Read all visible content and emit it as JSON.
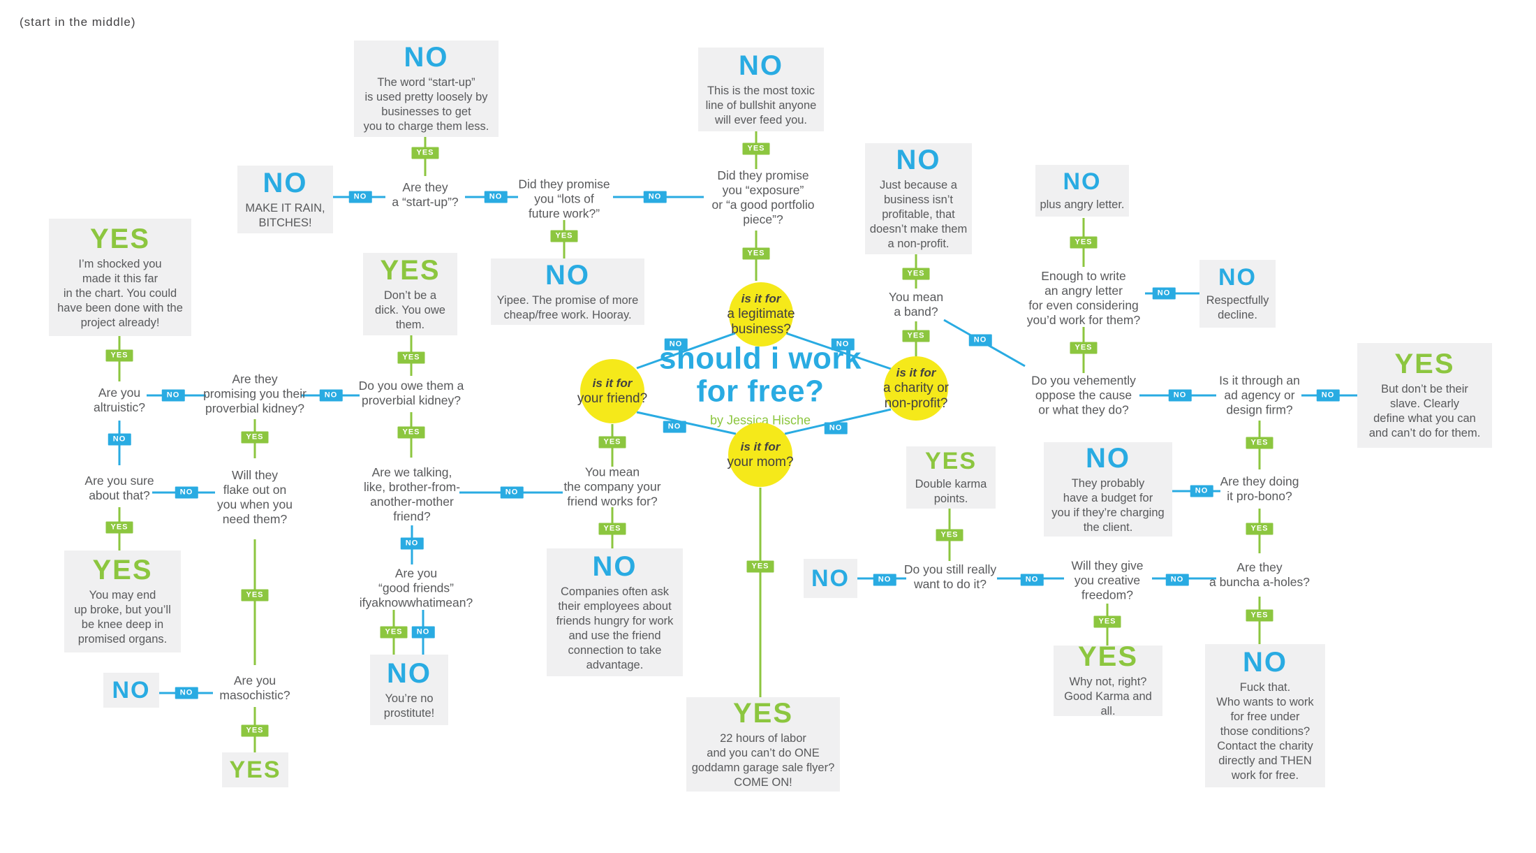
{
  "meta": {
    "start_hint": "(start in the middle)"
  },
  "labels": {
    "yes": "YES",
    "no": "NO"
  },
  "colors": {
    "yes_green": "#8cc63f",
    "no_blue": "#29abe2",
    "circle_yellow": "#f5e91a",
    "box_gray": "#f0f0f1",
    "text_gray": "#58595b"
  },
  "title": {
    "main": "should i work\nfor free?",
    "byline": "by Jessica Hische"
  },
  "circles": {
    "business": {
      "prefix": "is it for",
      "question": "a legitimate\nbusiness?"
    },
    "friend": {
      "prefix": "is it for",
      "question": "your friend?"
    },
    "mom": {
      "prefix": "is it for",
      "question": "your mom?"
    },
    "charity": {
      "prefix": "is it for",
      "question": "a charity or\nnon-profit?"
    }
  },
  "questions": {
    "altruistic": "Are you\naltruistic?",
    "promising_kidney": "Are they\npromising you their\nproverbial kidney?",
    "sure_about_that": "Are you sure\nabout that?",
    "flake_out": "Will they\nflake out on\nyou when you\nneed them?",
    "masochistic": "Are you\nmasochistic?",
    "startup": "Are they\na “start-up”?",
    "owe_kidney": "Do you owe them a\nproverbial kidney?",
    "brother": "Are we talking,\nlike, brother-from-\nanother-mother\nfriend?",
    "good_friends": "Are you\n“good friends”\nifyaknowwhatimean?",
    "future_work": "Did they promise\nyou “lots of\nfuture work?”",
    "exposure": "Did they promise\nyou “exposure”\nor “a good portfolio\npiece”?",
    "company_friend": "You mean\nthe company your\nfriend works for?",
    "band": "You mean\na band?",
    "angry_letter": "Enough to write\nan angry letter\nfor even considering\nyou’d work for them?",
    "oppose": "Do you vehemently\noppose the cause\nor what they do?",
    "ad_agency": "Is it through an\nad agency or\ndesign firm?",
    "pro_bono": "Are they doing\nit pro-bono?",
    "still_want": "Do you still really\nwant to do it?",
    "creative_freedom": "Will they give\nyou creative\nfreedom?",
    "aholes": "Are they\na buncha a-holes?"
  },
  "answers": {
    "shocked": {
      "label": "YES",
      "text": "I’m shocked you\nmade it this far\nin the chart. You could\nhave been done with the\nproject already!"
    },
    "broke": {
      "label": "YES",
      "text": "You may end\nup broke, but you’ll\nbe knee deep in\npromised organs."
    },
    "no_left": {
      "label": "NO",
      "text": ""
    },
    "yes_bottom": {
      "label": "YES",
      "text": ""
    },
    "make_it_rain": {
      "label": "NO",
      "text": "MAKE IT RAIN,\nBITCHES!"
    },
    "startup_loosely": {
      "label": "NO",
      "text": "The word “start-up”\nis used pretty loosely by\nbusinesses to get\nyou to charge them less."
    },
    "dont_be_dick": {
      "label": "YES",
      "text": "Don’t be a\ndick. You owe\nthem."
    },
    "prostitute": {
      "label": "NO",
      "text": "You’re no\nprostitute!"
    },
    "yipee": {
      "label": "NO",
      "text": "Yipee. The promise of more\ncheap/free work. Hooray."
    },
    "toxic": {
      "label": "NO",
      "text": "This is the most toxic\nline of bullshit anyone\nwill ever feed you."
    },
    "companies": {
      "label": "NO",
      "text": "Companies often ask\ntheir employees about\nfriends hungry for work\nand use the friend\nconnection to take\nadvantage."
    },
    "hours22": {
      "label": "YES",
      "text": "22 hours of labor\nand you can’t do ONE\ngoddamn garage sale flyer?\nCOME ON!"
    },
    "not_nonprofit": {
      "label": "NO",
      "text": "Just because a\nbusiness isn’t\nprofitable, that\ndoesn’t make them\na non-profit."
    },
    "plus_angry": {
      "label": "NO",
      "text": "plus angry letter."
    },
    "respectfully": {
      "label": "NO",
      "text": "Respectfully\ndecline."
    },
    "not_slave": {
      "label": "YES",
      "text": "But don’t be their\nslave. Clearly\ndefine what you can\nand can’t do for them."
    },
    "double_karma": {
      "label": "YES",
      "text": "Double karma\npoints."
    },
    "budget": {
      "label": "NO",
      "text": "They probably\nhave a budget for\nyou if they’re charging\nthe client."
    },
    "why_not": {
      "label": "YES",
      "text": "Why not, right?\nGood Karma and all."
    },
    "fuck_that": {
      "label": "NO",
      "text": "Fuck that.\nWho wants to work\nfor free under\nthose conditions?\nContact the charity\ndirectly and THEN\nwork for free."
    },
    "no_right": {
      "label": "NO",
      "text": ""
    }
  }
}
